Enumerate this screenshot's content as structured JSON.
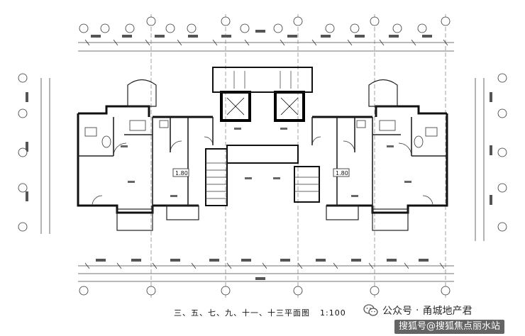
{
  "drawing": {
    "title": "三、五、七、九、十一、十三平面图",
    "scale": "1:100",
    "room_labels": [
      "1.80",
      "1.80"
    ]
  },
  "watermark": {
    "icon": "wechat-icon",
    "account_prefix": "公众号",
    "separator": "·",
    "account_name": "甬城地产君",
    "source_line": "搜狐号@搜狐焦点丽水站"
  }
}
